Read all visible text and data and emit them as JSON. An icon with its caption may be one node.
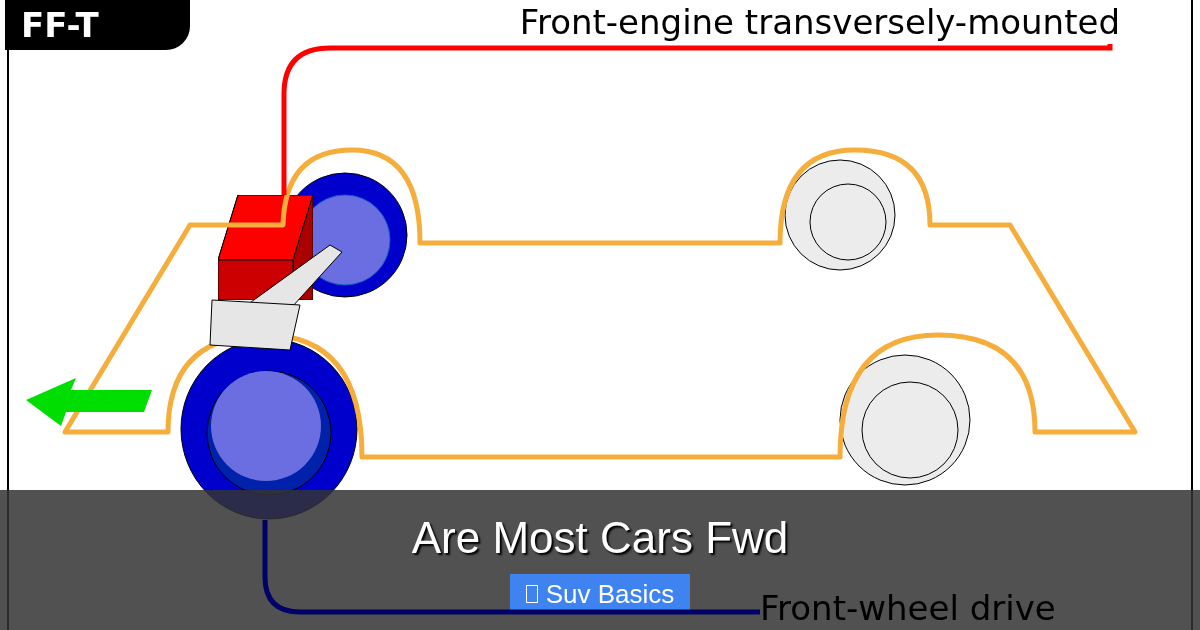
{
  "diagram": {
    "title": "Are Most Cars Fwd",
    "nodes": [
      {
        "text": [
          "Front-engine transversely-mounted"
        ]
      },
      {
        "text": [],
        "shape": "box"
      },
      {
        "text": [
          "Front-wheel drive"
        ]
      },
      {
        "text": [],
        "shape": "circle"
      }
    ],
    "edges": [
      {
        "from": 0,
        "to": 1,
        "arrow": "none",
        "color": "#ff0000"
      },
      {
        "from": 2,
        "to": 3,
        "arrow": "none",
        "color": "#000066"
      }
    ],
    "labels": [
      "FF-T",
      "Suv Basics"
    ]
  }
}
